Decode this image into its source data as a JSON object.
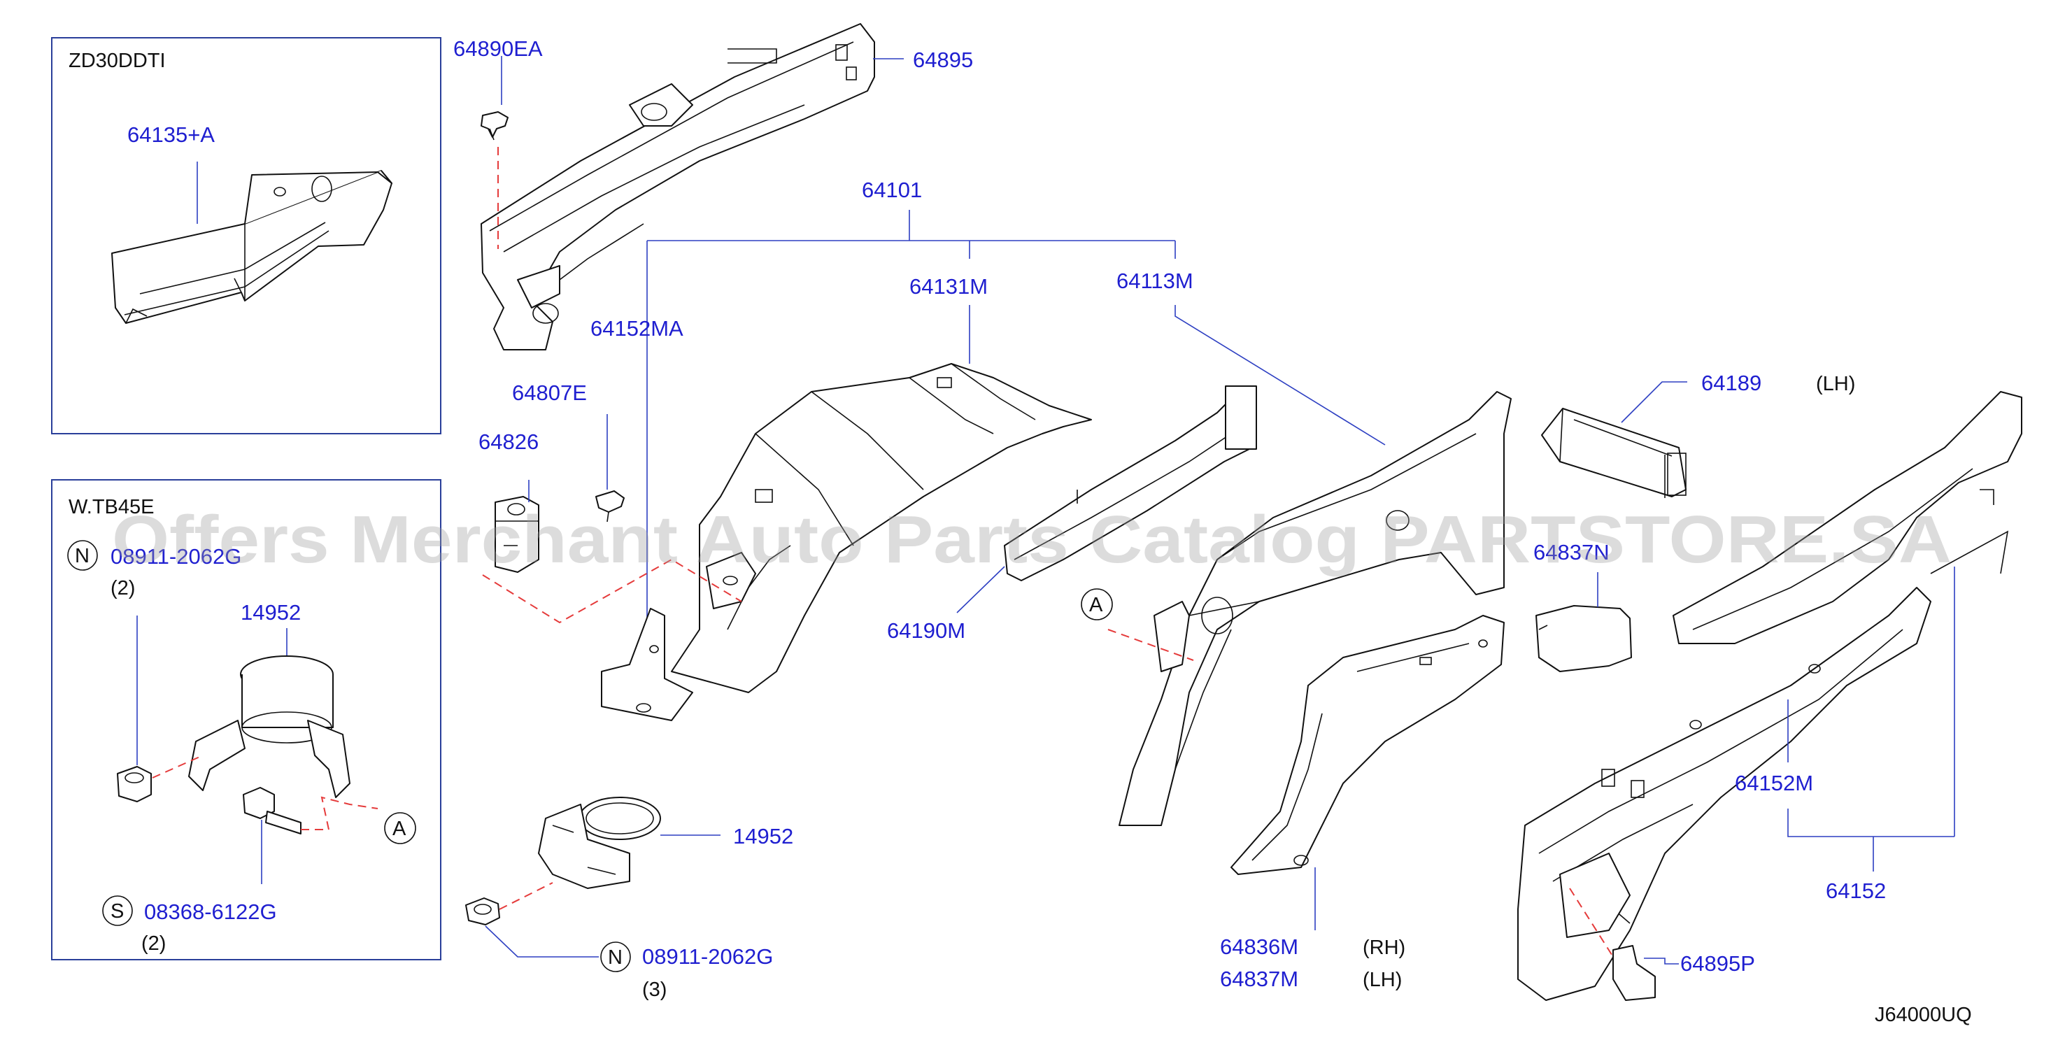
{
  "variant_boxes": {
    "box1_title": "ZD30DDTI",
    "box2_title": "W.TB45E"
  },
  "parts": {
    "p64890EA": "64890EA",
    "p64895": "64895",
    "p64135A": "64135+A",
    "p64101": "64101",
    "p64131M": "64131M",
    "p64113M": "64113M",
    "p64152MA": "64152MA",
    "p64807E": "64807E",
    "p64826": "64826",
    "p64189": "64189",
    "p64189_side": "(LH)",
    "p64837N": "64837N",
    "p64190M": "64190M",
    "p14952_a": "14952",
    "p14952_b": "14952",
    "p08911_a": "08911-2062G",
    "p08911_a_qty": "(2)",
    "p08368": "08368-6122G",
    "p08368_qty": "(2)",
    "p08911_b": "08911-2062G",
    "p08911_b_qty": "(3)",
    "p64152M": "64152M",
    "p64152": "64152",
    "p64836M": "64836M",
    "p64836M_side": "(RH)",
    "p64837M": "64837M",
    "p64837M_side": "(LH)",
    "p64895P": "64895P"
  },
  "callouts": {
    "n1": "N",
    "s1": "S",
    "n2": "N",
    "a1": "A",
    "a2": "A"
  },
  "diagram_code": "J64000UQ",
  "watermark": "Offers Merchant Auto Parts Catalog PARTSTORE.SA"
}
